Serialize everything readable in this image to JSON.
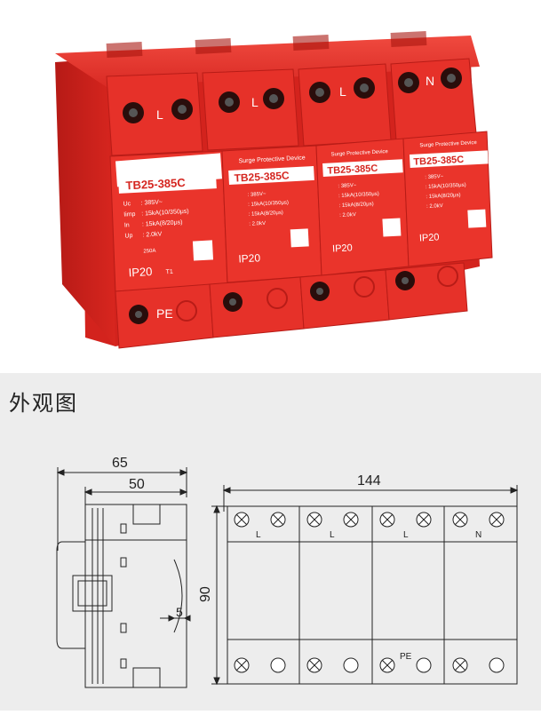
{
  "product": {
    "brand_text": "Surge Protective Device",
    "model": "TB25-385C",
    "specs": {
      "uc": ": 385V~",
      "iimp": ": 15kA(10/350μs)",
      "in": ": 15kA(8/20μs)",
      "up": ": 2.0kV"
    },
    "fuse_rating": "250A",
    "ip_rating": "IP20",
    "t_mark": "T1",
    "spec_labels": {
      "uc": "Uc",
      "iimp": "Iimp",
      "in": "In",
      "up": "Up"
    },
    "terminal_labels": {
      "l": "L",
      "n": "N",
      "pe": "PE"
    }
  },
  "section": {
    "title": "外观图"
  },
  "drawing": {
    "side_dims": {
      "overall": "65",
      "body": "50",
      "rail": "5"
    },
    "front_dims": {
      "width": "144",
      "height": "90"
    },
    "top_labels": [
      "L",
      "L",
      "L",
      "N"
    ],
    "bottom_label": "PE"
  },
  "colors": {
    "housing_red": "#e8302a",
    "housing_dark": "#c9211c",
    "background_gray": "#ededed"
  }
}
